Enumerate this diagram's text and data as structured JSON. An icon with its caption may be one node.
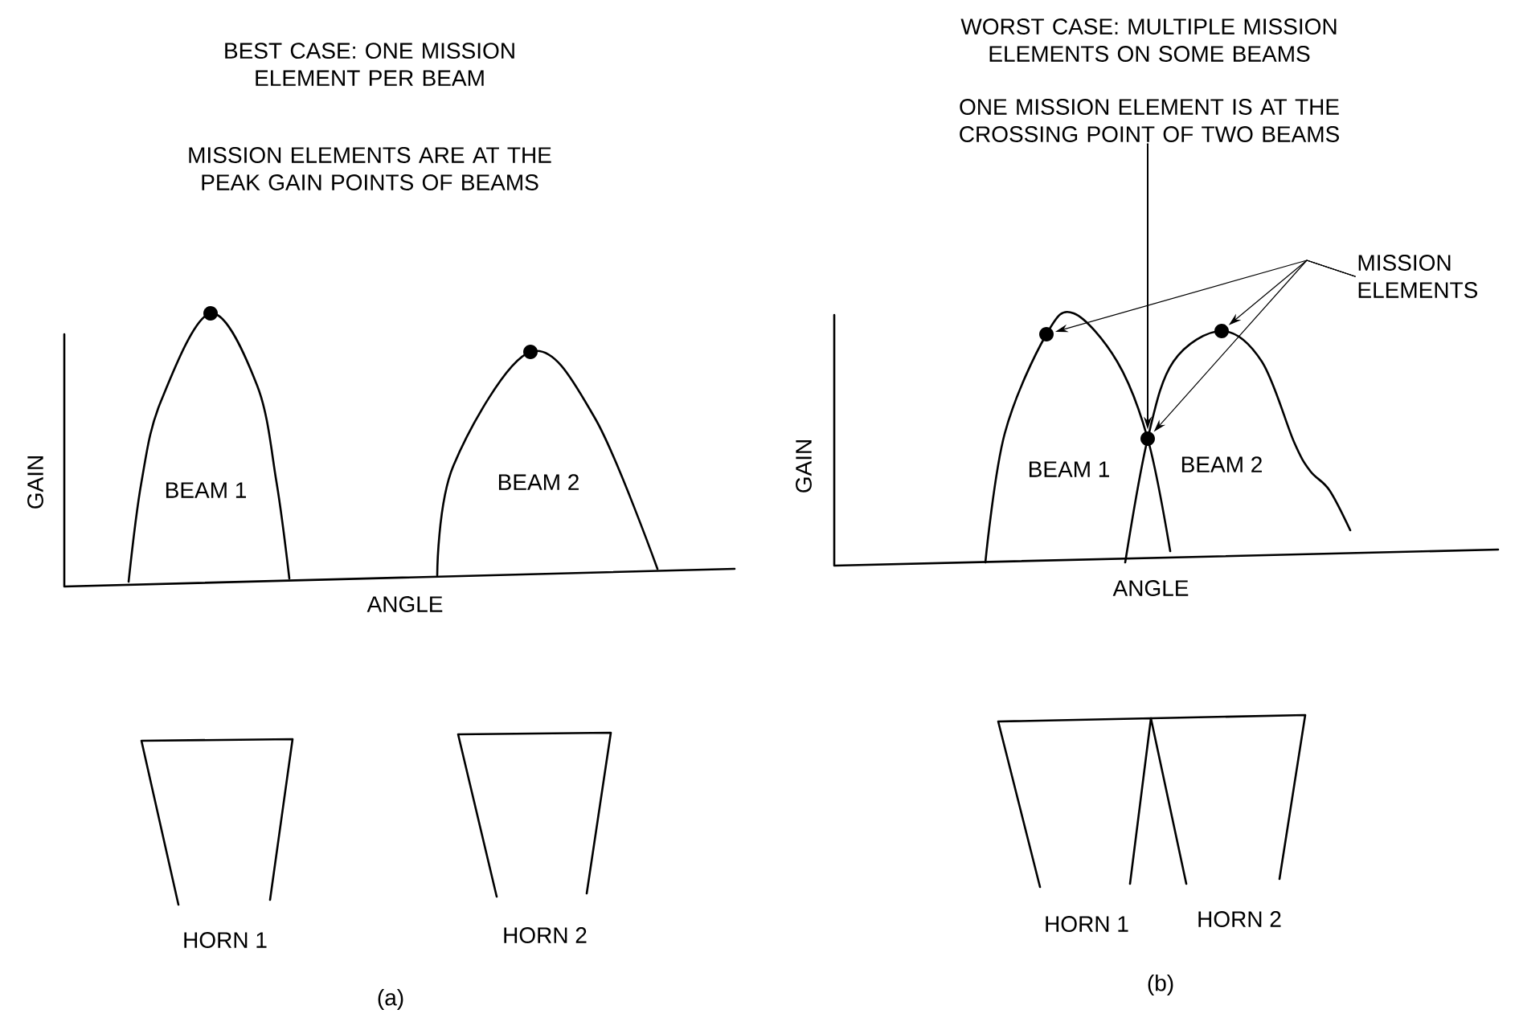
{
  "diagram": {
    "nodes": [
      {
        "text": [],
        "shape": "circle"
      },
      {
        "text": [],
        "shape": "circle"
      },
      {
        "text": [
          "ONE MISSION ELEMENT IS AT THE CROSSING POINT OF TWO BEAMS"
        ]
      },
      {
        "text": [
          "MISSION ELEMENTS"
        ]
      },
      {
        "text": [],
        "shape": "circle"
      },
      {
        "text": [],
        "shape": "circle"
      },
      {
        "text": [],
        "shape": "circle"
      }
    ],
    "edges": [
      {
        "from": 2,
        "to": 6,
        "arrow": "to"
      },
      {
        "from": 3,
        "to": 4,
        "arrow": "to"
      },
      {
        "from": 3,
        "to": 5,
        "arrow": "to"
      },
      {
        "from": 3,
        "to": 6,
        "arrow": "to"
      }
    ],
    "labels": [
      "BEST CASE: ONE MISSION ELEMENT PER BEAM",
      "MISSION ELEMENTS ARE AT THE PEAK GAIN POINTS OF BEAMS",
      "GAIN",
      "BEAM 1",
      "BEAM 2",
      "ANGLE",
      "HORN 1",
      "HORN 2",
      "(a)",
      "WORST CASE: MULTIPLE MISSION ELEMENTS ON SOME BEAMS",
      "GAIN",
      "BEAM 1",
      "BEAM 2",
      "ANGLE",
      "HORN 1",
      "HORN 2",
      "(b)"
    ]
  }
}
